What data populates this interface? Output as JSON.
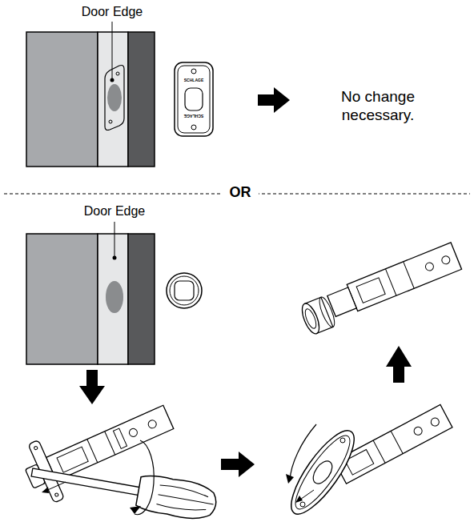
{
  "diagram": {
    "labels": [
      "Door Edge",
      "SCHLAGE",
      "SCHLAGE",
      "No change necessary.",
      "OR",
      "Door Edge"
    ]
  }
}
